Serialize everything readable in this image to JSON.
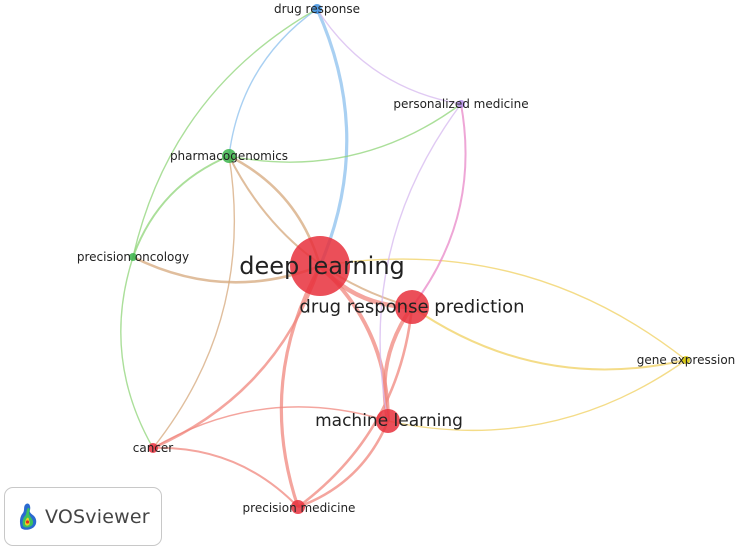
{
  "app": {
    "logo_text": "VOSviewer"
  },
  "colors": {
    "red": "#e8303c",
    "red_link": "#f0877e",
    "green": "#3cb44b",
    "green_link": "#8fd478",
    "blue": "#3c8fe0",
    "blue_link": "#8cc0ee",
    "purple": "#b48ce8",
    "purple_link": "#d6b8ef",
    "pink_link": "#e888c8",
    "yellow": "#d4c400",
    "yellow_link": "#f0d060",
    "mixed_link": "#d6a87c"
  },
  "network": {
    "nodes": [
      {
        "id": "deep_learning",
        "label": "deep learning",
        "cluster": "red",
        "weight": 1.0
      },
      {
        "id": "drug_response_prediction",
        "label": "drug response prediction",
        "cluster": "red",
        "weight": 0.55
      },
      {
        "id": "machine_learning",
        "label": "machine learning",
        "cluster": "red",
        "weight": 0.4
      },
      {
        "id": "precision_medicine",
        "label": "precision medicine",
        "cluster": "red",
        "weight": 0.22
      },
      {
        "id": "cancer",
        "label": "cancer",
        "cluster": "red",
        "weight": 0.15
      },
      {
        "id": "pharmacogenomics",
        "label": "pharmacogenomics",
        "cluster": "green",
        "weight": 0.22
      },
      {
        "id": "precision_oncology",
        "label": "precision oncology",
        "cluster": "green",
        "weight": 0.12
      },
      {
        "id": "drug_response",
        "label": "drug response",
        "cluster": "blue",
        "weight": 0.2
      },
      {
        "id": "personalized_medicine",
        "label": "personalized medicine",
        "cluster": "purple",
        "weight": 0.12
      },
      {
        "id": "gene_expression",
        "label": "gene expression",
        "cluster": "yellow",
        "weight": 0.12
      }
    ],
    "links": [
      {
        "source": "deep_learning",
        "target": "drug_response_prediction",
        "strength": 6,
        "color": "red_link"
      },
      {
        "source": "deep_learning",
        "target": "machine_learning",
        "strength": 5,
        "color": "red_link"
      },
      {
        "source": "deep_learning",
        "target": "precision_medicine",
        "strength": 4,
        "color": "red_link"
      },
      {
        "source": "deep_learning",
        "target": "cancer",
        "strength": 3,
        "color": "red_link"
      },
      {
        "source": "deep_learning",
        "target": "pharmacogenomics",
        "strength": 3,
        "color": "mixed_link"
      },
      {
        "source": "deep_learning",
        "target": "precision_oncology",
        "strength": 3,
        "color": "mixed_link"
      },
      {
        "source": "deep_learning",
        "target": "drug_response",
        "strength": 4,
        "color": "blue_link"
      },
      {
        "source": "deep_learning",
        "target": "gene_expression",
        "strength": 1,
        "color": "yellow_link"
      },
      {
        "source": "drug_response_prediction",
        "target": "machine_learning",
        "strength": 5,
        "color": "red_link"
      },
      {
        "source": "drug_response_prediction",
        "target": "precision_medicine",
        "strength": 3,
        "color": "red_link"
      },
      {
        "source": "drug_response_prediction",
        "target": "gene_expression",
        "strength": 2,
        "color": "yellow_link"
      },
      {
        "source": "drug_response_prediction",
        "target": "pharmacogenomics",
        "strength": 2,
        "color": "mixed_link"
      },
      {
        "source": "drug_response_prediction",
        "target": "personalized_medicine",
        "strength": 2,
        "color": "pink_link"
      },
      {
        "source": "machine_learning",
        "target": "precision_medicine",
        "strength": 3,
        "color": "red_link"
      },
      {
        "source": "machine_learning",
        "target": "cancer",
        "strength": 1,
        "color": "red_link"
      },
      {
        "source": "machine_learning",
        "target": "personalized_medicine",
        "strength": 1,
        "color": "purple_link"
      },
      {
        "source": "machine_learning",
        "target": "gene_expression",
        "strength": 1,
        "color": "yellow_link"
      },
      {
        "source": "cancer",
        "target": "precision_medicine",
        "strength": 2,
        "color": "red_link"
      },
      {
        "source": "cancer",
        "target": "pharmacogenomics",
        "strength": 1,
        "color": "mixed_link"
      },
      {
        "source": "cancer",
        "target": "precision_oncology",
        "strength": 1,
        "color": "green_link"
      },
      {
        "source": "pharmacogenomics",
        "target": "precision_oncology",
        "strength": 2,
        "color": "green_link"
      },
      {
        "source": "pharmacogenomics",
        "target": "drug_response",
        "strength": 1,
        "color": "blue_link"
      },
      {
        "source": "pharmacogenomics",
        "target": "personalized_medicine",
        "strength": 1,
        "color": "green_link"
      },
      {
        "source": "precision_oncology",
        "target": "drug_response",
        "strength": 1,
        "color": "green_link"
      },
      {
        "source": "drug_response",
        "target": "personalized_medicine",
        "strength": 1,
        "color": "purple_link"
      }
    ]
  }
}
